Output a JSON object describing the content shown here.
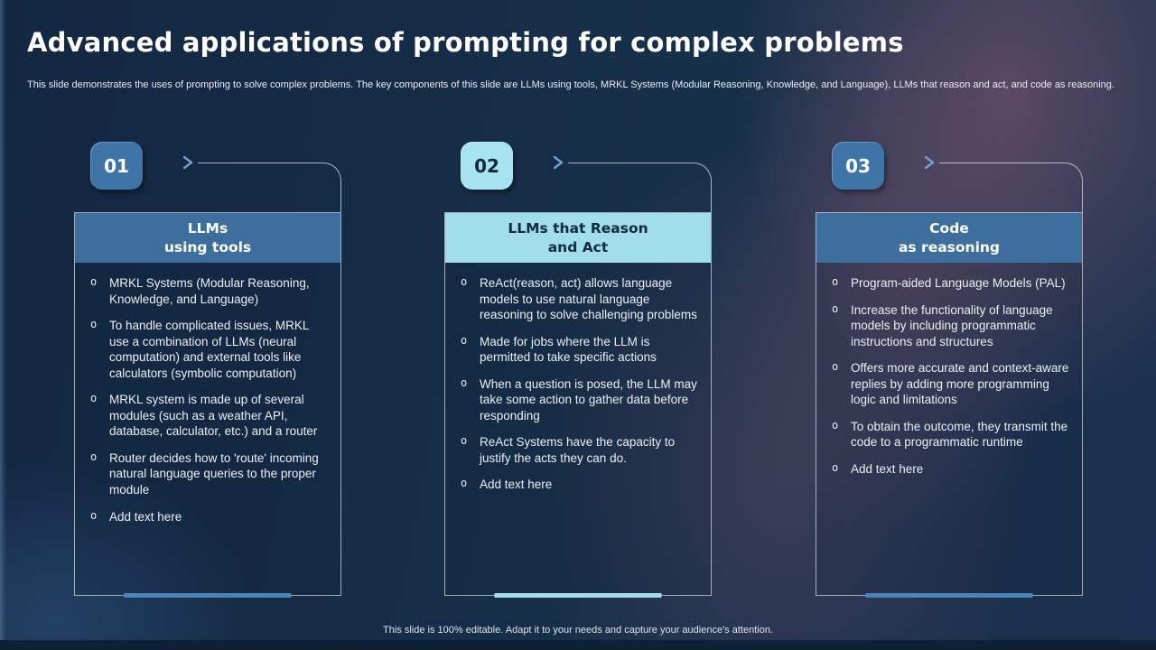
{
  "slide": {
    "title": "Advanced applications of prompting for complex problems",
    "description": "This slide demonstrates the uses of prompting to solve complex problems. The key components of this slide are LLMs using tools, MRKL Systems (Modular Reasoning, Knowledge, and Language), LLMs that reason and act, and code as reasoning.",
    "footer": "This slide is 100% editable. Adapt it to your needs and capture your audience's attention."
  },
  "ui": {
    "bullet_marker": "o"
  },
  "colors": {
    "badge_blue": "#3F74A6",
    "badge_cyan": "#A7E4EF",
    "header_blue": "#3D6E9E",
    "header_cyan": "#9FDEEA",
    "bar_blue": "#4C83B8",
    "bar_cyan": "#A5DCEA",
    "dark": "#12293E",
    "line": "#D6E0E9"
  },
  "columns": [
    {
      "number": "01",
      "scheme": "blue",
      "header": [
        "LLMs",
        "using tools"
      ],
      "bullets": [
        "MRKL Systems (Modular Reasoning, Knowledge, and Language)",
        "To handle complicated issues, MRKL use a combination of LLMs (neural computation) and external tools like calculators (symbolic computation)",
        "MRKL system is made up of several modules (such as a weather API, database, calculator, etc.) and a router",
        "Router decides how to 'route' incoming natural language queries to the proper module",
        "Add text here"
      ]
    },
    {
      "number": "02",
      "scheme": "cyan",
      "header": [
        "LLMs that Reason",
        "and Act"
      ],
      "bullets": [
        "ReAct(reason, act) allows language models to use natural language reasoning to solve challenging problems",
        "Made for jobs where the LLM is permitted to take specific actions",
        "When a question is posed, the LLM may take some action to gather data before responding",
        "ReAct Systems have the capacity to justify the acts they can do.",
        "Add text here"
      ]
    },
    {
      "number": "03",
      "scheme": "blue",
      "header": [
        "Code",
        "as reasoning"
      ],
      "bullets": [
        "Program-aided Language Models (PAL)",
        "Increase the functionality of language models by including programmatic instructions and structures",
        "Offers more accurate and context-aware replies by adding more programming logic and limitations",
        "To obtain the outcome, they transmit the code to a programmatic runtime",
        "Add text here"
      ]
    }
  ]
}
